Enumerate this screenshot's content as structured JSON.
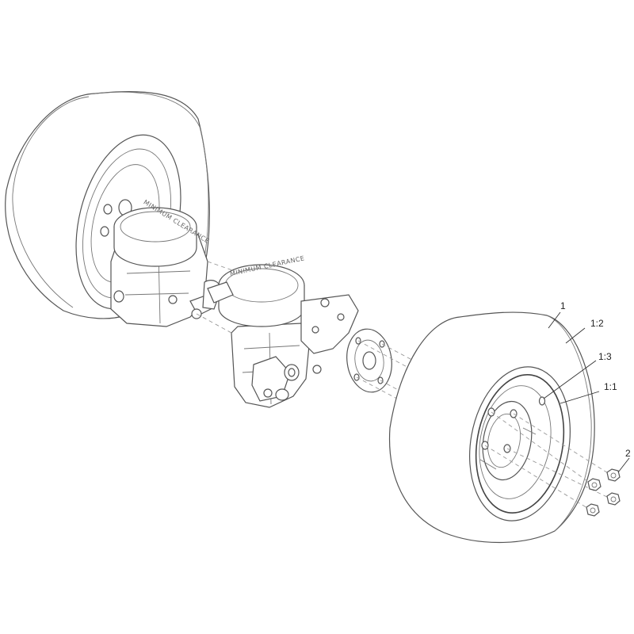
{
  "callouts": [
    {
      "id": "wheel-assembly",
      "label": "1"
    },
    {
      "id": "tire",
      "label": "1:2"
    },
    {
      "id": "valve-stem",
      "label": "1:3"
    },
    {
      "id": "wheel-rim",
      "label": "1:1"
    },
    {
      "id": "lug-nut",
      "label": "2"
    }
  ],
  "cap_stamps": {
    "left": "MINIMUM CLEARANCE",
    "right": "MINIMUM CLEARANCE"
  }
}
